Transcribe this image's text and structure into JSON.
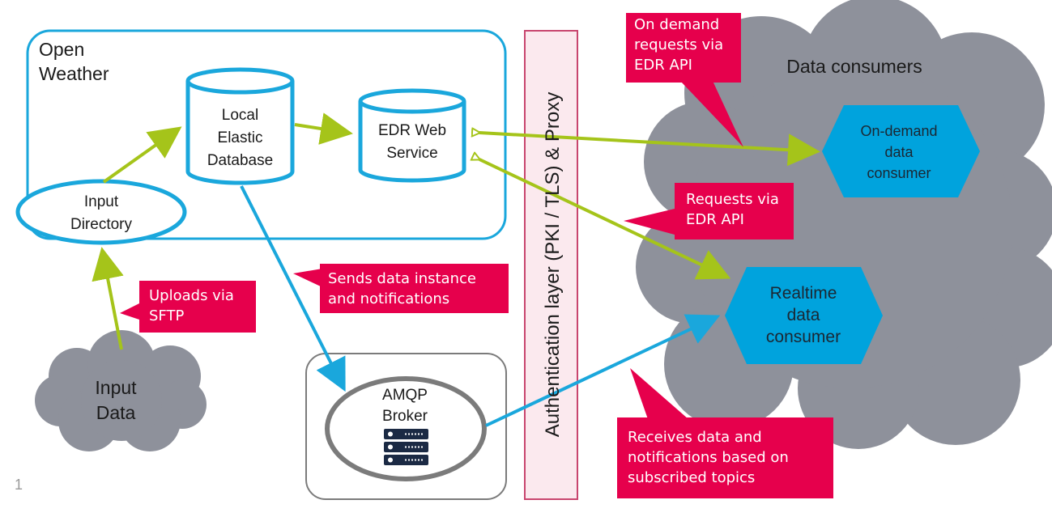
{
  "open_weather": {
    "title": "Open\nWeather"
  },
  "db": {
    "label": "Local\nElastic\nDatabase"
  },
  "edr": {
    "label": "EDR Web\nService"
  },
  "input_dir": {
    "label": "Input\nDirectory"
  },
  "input_data": {
    "label": "Input\nData"
  },
  "amqp": {
    "label": "AMQP\nBroker",
    "icon": "server-icon"
  },
  "auth_layer": {
    "label": "Authentication layer (PKI / TLS) & Proxy"
  },
  "data_consumers": {
    "label": "Data consumers"
  },
  "on_demand_consumer": {
    "label": "On-demand\ndata\nconsumer"
  },
  "realtime_consumer": {
    "label": "Realtime\ndata\nconsumer"
  },
  "callouts": {
    "on_demand": "On demand\nrequests via\nEDR API",
    "requests": "Requests via\nEDR API",
    "sends": "Sends data instance\nand notifications",
    "uploads": "Uploads via\nSFTP",
    "receives": "Receives data and\nnotifications based on\nsubscribed topics"
  },
  "page_number": "1",
  "colors": {
    "blue": "#1aa7dc",
    "green": "#a5c41a",
    "red": "#e6004c",
    "cloud": "#8e919b",
    "consumer": "#00a3dd",
    "auth_fill": "#fbe9ee",
    "auth_border": "#c8456e"
  }
}
